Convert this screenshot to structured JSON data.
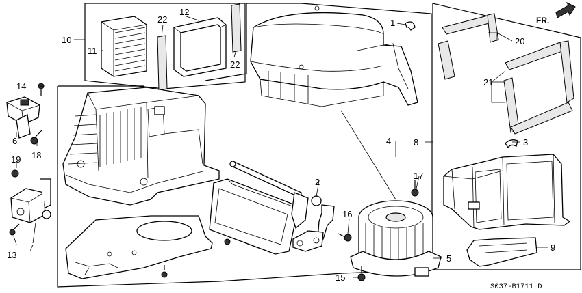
{
  "diagram": {
    "direction_label": "FR.",
    "drawing_code": "S037-B1711 D",
    "callouts": {
      "c1": "1",
      "c2": "2",
      "c3": "3",
      "c4": "4",
      "c5": "5",
      "c6": "6",
      "c7": "7",
      "c8": "8",
      "c9": "9",
      "c10": "10",
      "c11": "11",
      "c12": "12",
      "c13": "13",
      "c14": "14",
      "c15": "15",
      "c16": "16",
      "c17": "17",
      "c18": "18",
      "c19": "19",
      "c20": "20",
      "c21": "21",
      "c22a": "22",
      "c22b": "22"
    }
  }
}
